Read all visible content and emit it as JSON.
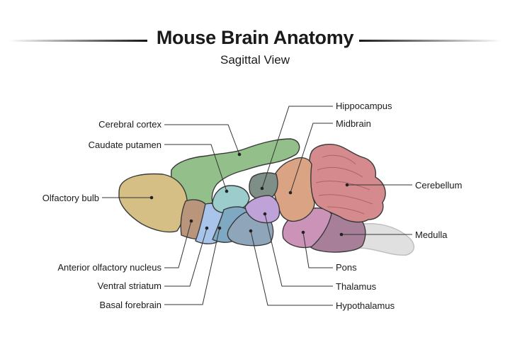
{
  "title": "Mouse Brain Anatomy",
  "subtitle": "Sagittal View",
  "labels": {
    "hippocampus": "Hippocampus",
    "midbrain": "Midbrain",
    "cerebral_cortex": "Cerebral cortex",
    "caudate_putamen": "Caudate putamen",
    "olfactory_bulb": "Olfactory bulb",
    "cerebellum": "Cerebellum",
    "medulla": "Medulla",
    "anterior_olfactory_nucleus": "Anterior olfactory nucleus",
    "ventral_striatum": "Ventral striatum",
    "basal_forebrain": "Basal forebrain",
    "pons": "Pons",
    "thalamus": "Thalamus",
    "hypothalamus": "Hypothalamus"
  },
  "colors": {
    "cerebral_cortex": "#93bf8b",
    "olfactory_bulb": "#d6bf85",
    "anterior_olfactory_nucleus": "#b8957b",
    "ventral_striatum": "#a8c4ea",
    "caudate_putamen": "#9ccccc",
    "basal_forebrain": "#7fa9c2",
    "hypothalamus": "#8fa6ba",
    "thalamus": "#bea2d8",
    "hippocampus": "#7d8f86",
    "midbrain": "#d9a384",
    "cerebellum": "#d58b8d",
    "pons": "#cc93b8",
    "medulla": "#a77f98",
    "spinal_cord": "#e0e0e0"
  }
}
